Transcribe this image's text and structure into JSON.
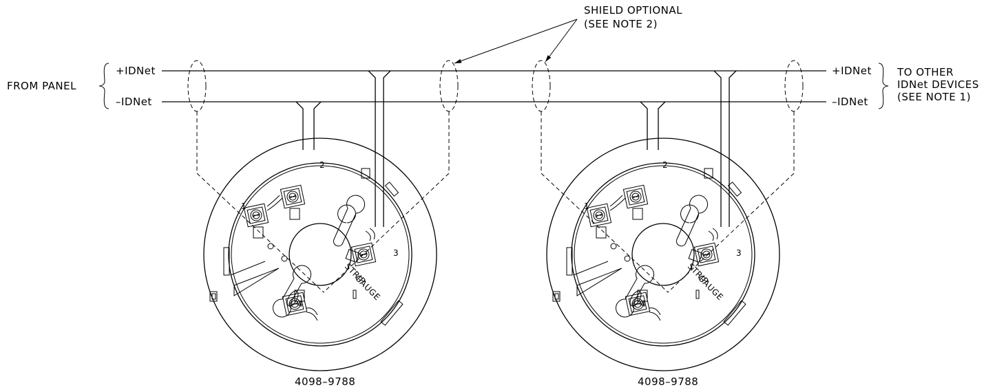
{
  "from_label": "FROM PANEL",
  "to_label": [
    "TO OTHER",
    "IDNet DEVICES",
    "(SEE NOTE 1)"
  ],
  "plus_label": "+IDNet",
  "minus_label": "–IDNet",
  "shield_label": [
    "SHIELD OPTIONAL",
    "(SEE NOTE 2)"
  ],
  "strip_gauge": [
    "STRIP",
    "GAUGE"
  ],
  "bases": [
    {
      "part_number": "4098–9788",
      "terminals": [
        "1",
        "2",
        "3",
        "4"
      ]
    },
    {
      "part_number": "4098–9788",
      "terminals": [
        "1",
        "2",
        "3",
        "4"
      ]
    }
  ]
}
